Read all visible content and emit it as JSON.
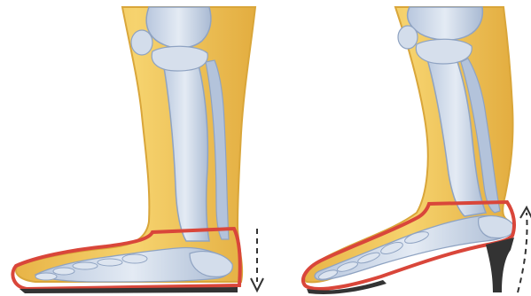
{
  "figure": {
    "panels": [
      {
        "id": "flat",
        "depicts": "leg-and-foot-in-flat-shoe",
        "arrow_direction": "down"
      },
      {
        "id": "heel",
        "depicts": "leg-and-foot-in-high-heel-shoe",
        "arrow_direction": "up"
      }
    ],
    "colors": {
      "skin": "#f2c75a",
      "skin_edge": "#d9a63a",
      "bone": "#c9d6e8",
      "bone_edge": "#8fa3c2",
      "shoe": "#d9463a",
      "sole": "#333333",
      "arrow": "#333333",
      "background": "#ffffff"
    }
  }
}
